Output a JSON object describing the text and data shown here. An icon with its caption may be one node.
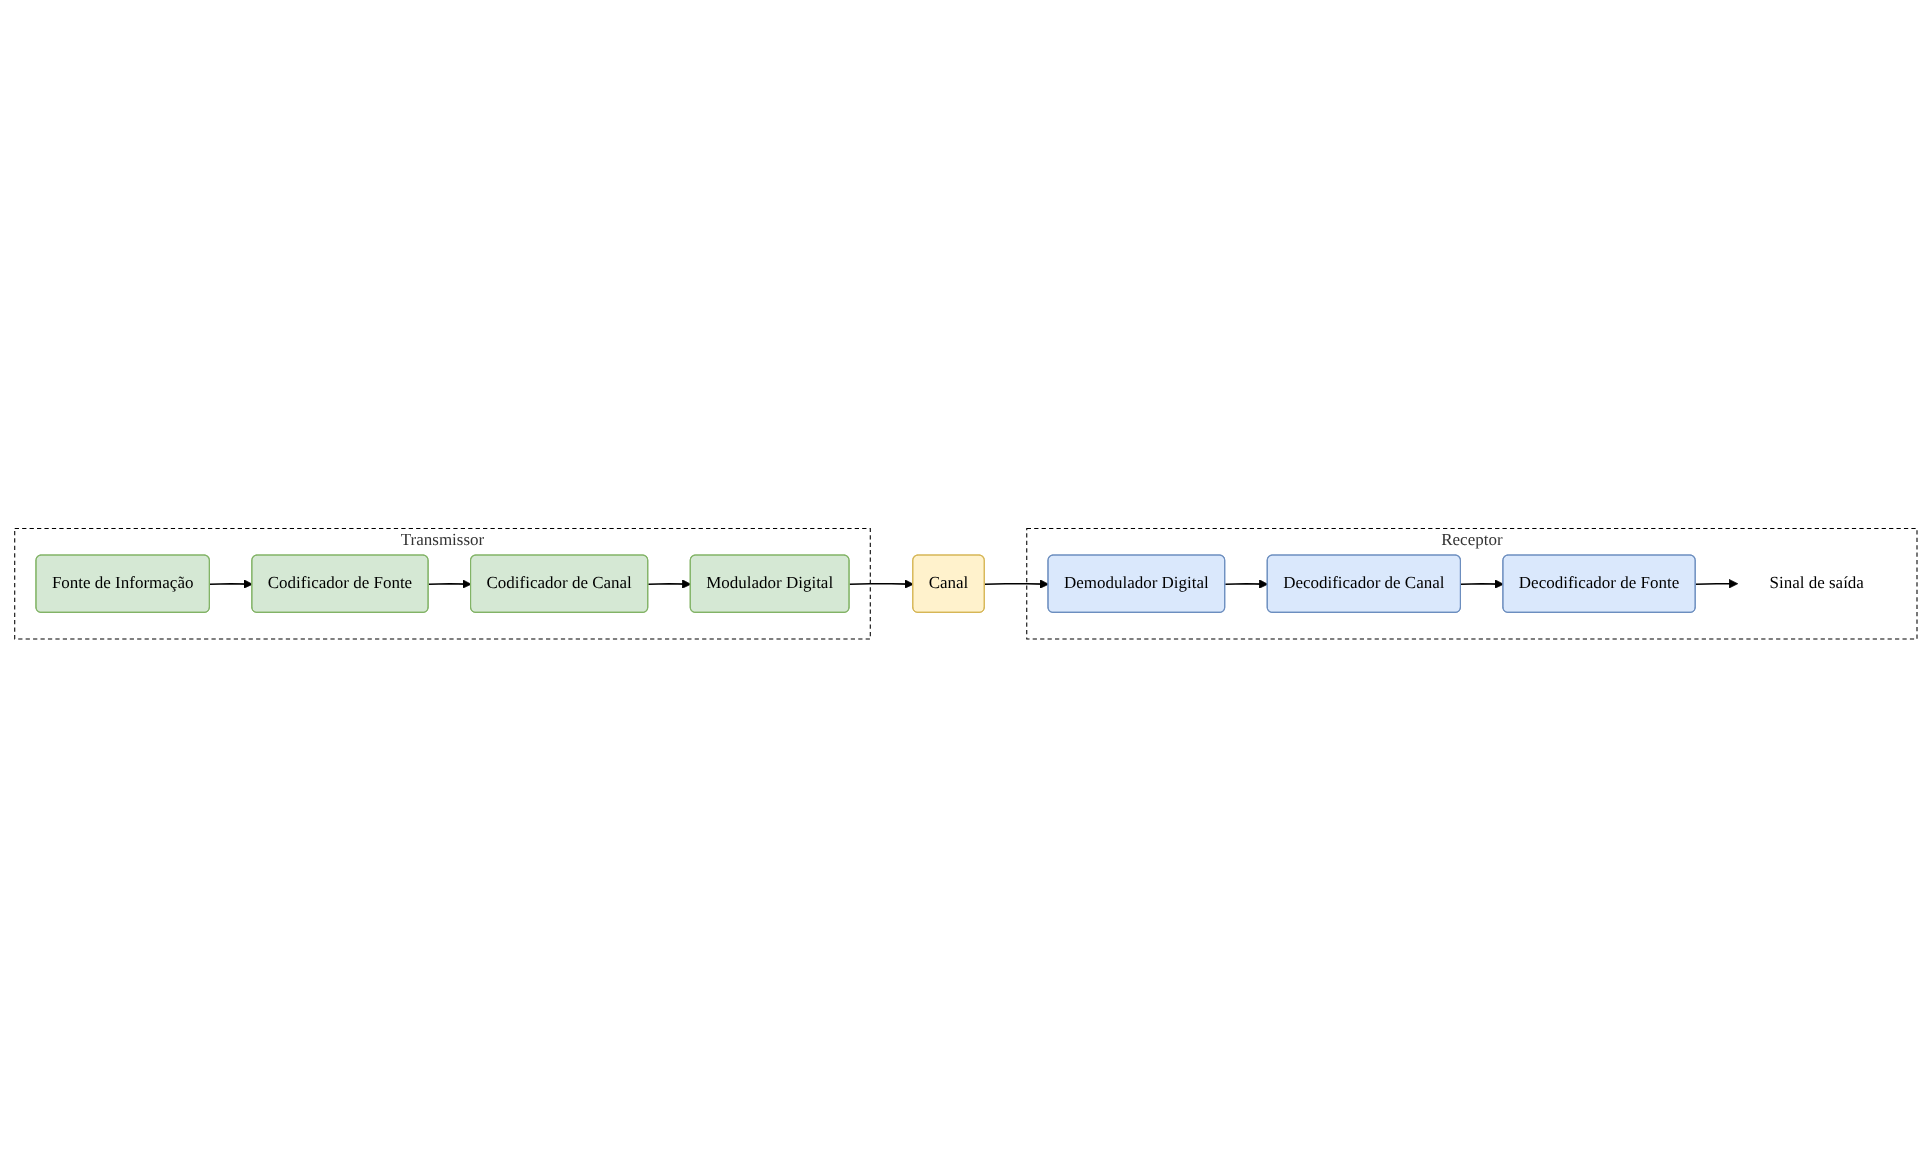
{
  "diagram": {
    "nodes": [
      {
        "text": [
          "Transmissor"
        ]
      },
      {
        "text": [
          "Fonte de Informação"
        ],
        "in": 0
      },
      {
        "text": [
          "Codificador de Fonte"
        ],
        "in": 0
      },
      {
        "text": [
          "Codificador de Canal"
        ],
        "in": 0
      },
      {
        "text": [
          "Modulador Digital"
        ],
        "in": 0
      },
      {
        "text": [
          "Canal"
        ]
      },
      {
        "text": [
          "Receptor"
        ]
      },
      {
        "text": [
          "Demodulador Digital"
        ],
        "in": 6
      },
      {
        "text": [
          "Decodificador de Canal"
        ],
        "in": 6
      },
      {
        "text": [
          "Decodificador de Fonte"
        ],
        "in": 6
      },
      {
        "text": [
          "Sinal de saída"
        ],
        "in": 6
      }
    ],
    "edges": [
      {
        "from": 1,
        "to": 2,
        "arrow": "to"
      },
      {
        "from": 2,
        "to": 3,
        "arrow": "to"
      },
      {
        "from": 3,
        "to": 4,
        "arrow": "to"
      },
      {
        "from": 4,
        "to": 5,
        "arrow": "to"
      },
      {
        "from": 5,
        "to": 7,
        "arrow": "to"
      },
      {
        "from": 7,
        "to": 8,
        "arrow": "to"
      },
      {
        "from": 8,
        "to": 9,
        "arrow": "to"
      },
      {
        "from": 9,
        "to": 10,
        "arrow": "to"
      }
    ]
  }
}
